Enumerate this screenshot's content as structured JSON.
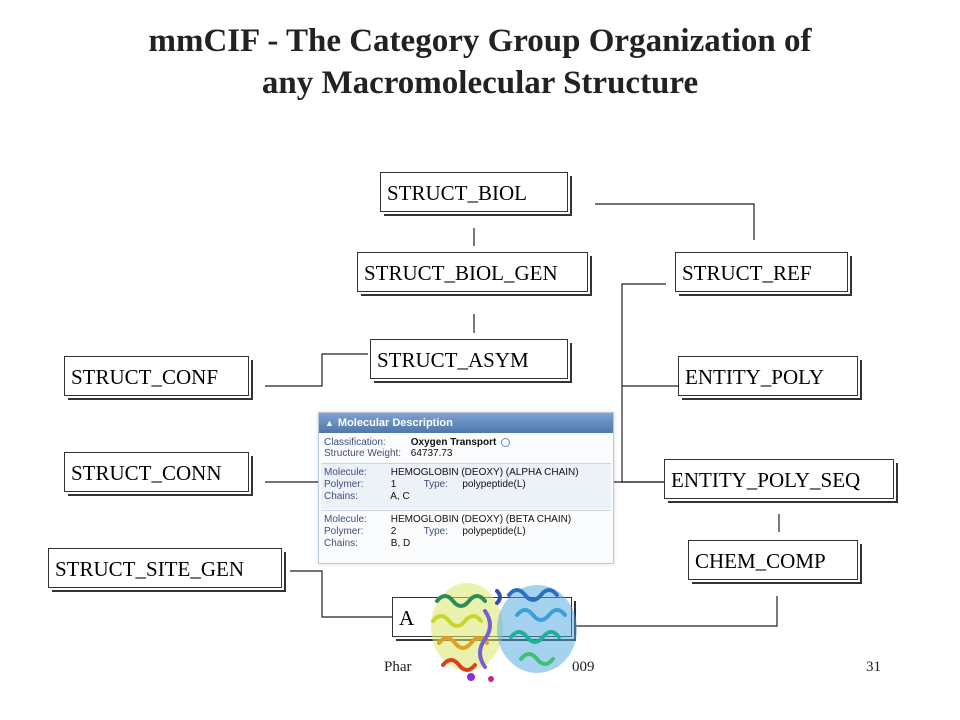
{
  "title": {
    "line1": "mmCIF - The Category Group Organization of",
    "line2": "any Macromolecular Structure"
  },
  "boxes": {
    "struct_biol": "STRUCT_BIOL",
    "struct_biol_gen": "STRUCT_BIOL_GEN",
    "struct_ref": "STRUCT_REF",
    "struct_asym": "STRUCT_ASYM",
    "struct_conf": "STRUCT_CONF",
    "entity_poly": "ENTITY_POLY",
    "struct_conn": "STRUCT_CONN",
    "entity_poly_seq": "ENTITY_POLY_SEQ",
    "struct_site_gen": "STRUCT_SITE_GEN",
    "chem_comp": "CHEM_COMP",
    "atom_partial": "A"
  },
  "panel": {
    "heading": "Molecular Description",
    "classification_label": "Classification:",
    "classification_value": "Oxygen Transport",
    "weight_label": "Structure Weight:",
    "weight_value": "64737.73",
    "molecules": [
      {
        "molecule_label": "Molecule:",
        "molecule_value": "HEMOGLOBIN (DEOXY) (ALPHA CHAIN)",
        "polymer_label": "Polymer:",
        "polymer_value": "1",
        "type_label": "Type:",
        "type_value": "polypeptide(L)",
        "chains_label": "Chains:",
        "chains_value": "A, C"
      },
      {
        "molecule_label": "Molecule:",
        "molecule_value": "HEMOGLOBIN (DEOXY) (BETA CHAIN)",
        "polymer_label": "Polymer:",
        "polymer_value": "2",
        "type_label": "Type:",
        "type_value": "polypeptide(L)",
        "chains_label": "Chains:",
        "chains_value": "B, D"
      }
    ]
  },
  "footer": {
    "left_text": "Phar",
    "right_text": "009",
    "page_number": "31"
  }
}
